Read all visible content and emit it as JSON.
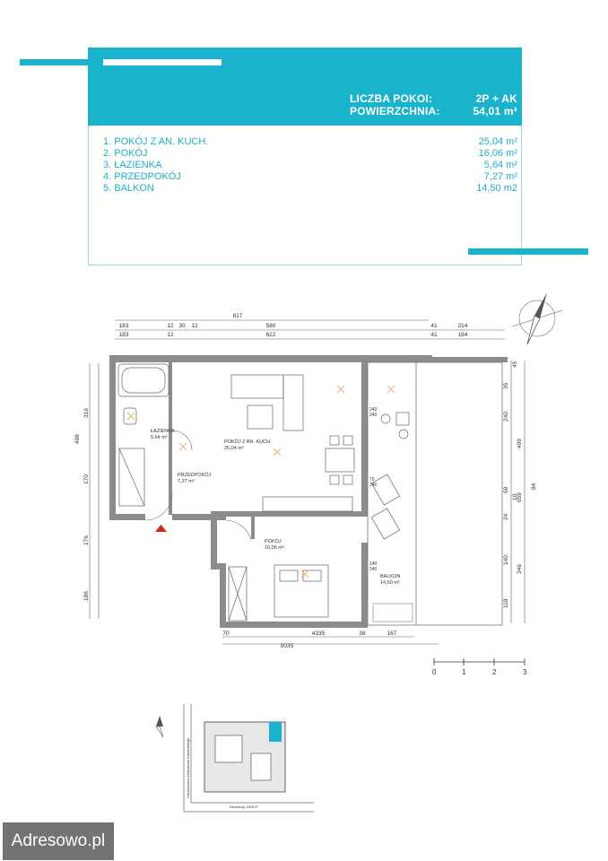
{
  "header": {
    "rooms_label": "LICZBA POKOI:",
    "rooms_value": "2P + AK",
    "area_label": "POWIERZCHNIA:",
    "area_value": "54,01 m²"
  },
  "rooms": [
    {
      "name": "1. POKÓJ Z AN. KUCH.",
      "area": "25,04 m²"
    },
    {
      "name": "2. POKÓJ",
      "area": "16,06 m²"
    },
    {
      "name": "3. ŁAZIENKA",
      "area": "5,64 m²"
    },
    {
      "name": "4. PRZEDPOKÓJ",
      "area": "7,27 m²"
    },
    {
      "name": "5. BALKON",
      "area": "14,50 m2"
    }
  ],
  "plan": {
    "labels": {
      "lazienka": "ŁAZIENKA",
      "lazienka_area": "5,64 m²",
      "przedpokoj": "PRZEDPOKÓJ",
      "przedpokoj_area": "7,27 m²",
      "pokoj_kuch": "POKÓJ Z AN. KUCH.",
      "pokoj_kuch_area": "25,04 m²",
      "pokoj": "POKÓJ",
      "pokoj_area": "16,06 m²",
      "balkon": "BALKON",
      "balkon_area": "14,50 m²"
    },
    "dims_top": {
      "total": "817",
      "r1": [
        "183",
        "12",
        "30",
        "12",
        "580",
        "41",
        "214"
      ],
      "r2": [
        "183",
        "12",
        "622",
        "41",
        "164"
      ]
    },
    "dims_bottom": [
      "70",
      "4335",
      "38",
      "167",
      "5035"
    ],
    "dims_left": [
      "316",
      "498",
      "170",
      "176",
      "186"
    ],
    "dims_right": [
      "45",
      "35",
      "240",
      "499",
      "69",
      "10",
      "24",
      "659",
      "84",
      "140",
      "346",
      "118"
    ],
    "window_dims": [
      "240",
      "240",
      "70",
      "240",
      "140",
      "240"
    ]
  },
  "scale": {
    "ticks": [
      "0",
      "1",
      "2",
      "3"
    ]
  },
  "site_plan": {
    "street_vertical": "Naramowice Aleksandra Kamińskiego",
    "street_horizontal": "Rewolucji 1905 R."
  },
  "watermark": "Adresowo.pl",
  "colors": {
    "accent": "#19b3cc",
    "wall": "#8c8c8c",
    "plan_line": "#555555",
    "marker_red": "#d9261c",
    "outlet": "#e8b05a"
  }
}
